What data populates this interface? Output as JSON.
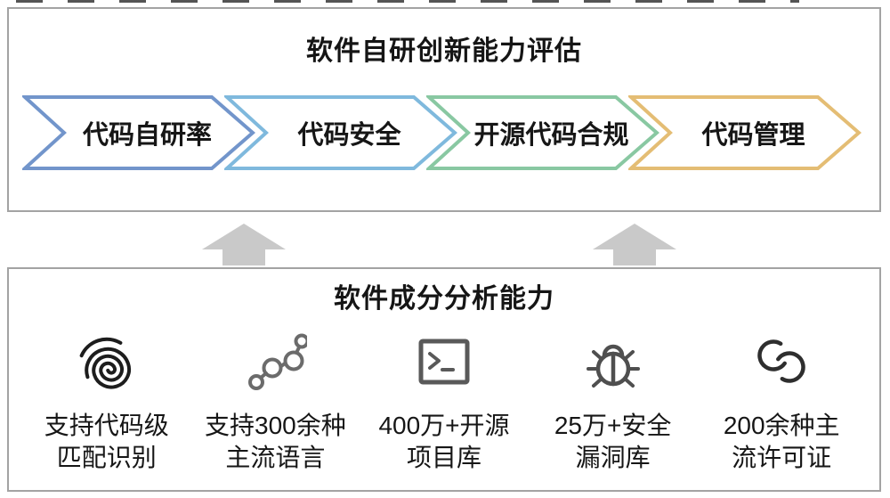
{
  "top_panel": {
    "title": "软件自研创新能力评估",
    "stages": [
      {
        "label": "代码自研率",
        "color": "#7295CB"
      },
      {
        "label": "代码安全",
        "color": "#7FB9DD"
      },
      {
        "label": "开源代码合规",
        "color": "#89C8A2"
      },
      {
        "label": "代码管理",
        "color": "#E4BD74"
      }
    ]
  },
  "connector": {
    "arrow_color": "#C9C9C9"
  },
  "bottom_panel": {
    "title": "软件成分分析能力",
    "capabilities": [
      {
        "icon": "fingerprint-icon",
        "lines": [
          "支持代码级",
          "匹配识别"
        ]
      },
      {
        "icon": "molecule-icon",
        "lines": [
          "支持300余种",
          "主流语言"
        ]
      },
      {
        "icon": "terminal-icon",
        "lines": [
          "400万+开源",
          "项目库"
        ]
      },
      {
        "icon": "bug-icon",
        "lines": [
          "25万+安全",
          "漏洞库"
        ]
      },
      {
        "icon": "license-icon",
        "lines": [
          "200余种主",
          "流许可证"
        ]
      }
    ]
  },
  "style": {
    "panel_border": "#A3A3A3",
    "text_color": "#161616"
  }
}
